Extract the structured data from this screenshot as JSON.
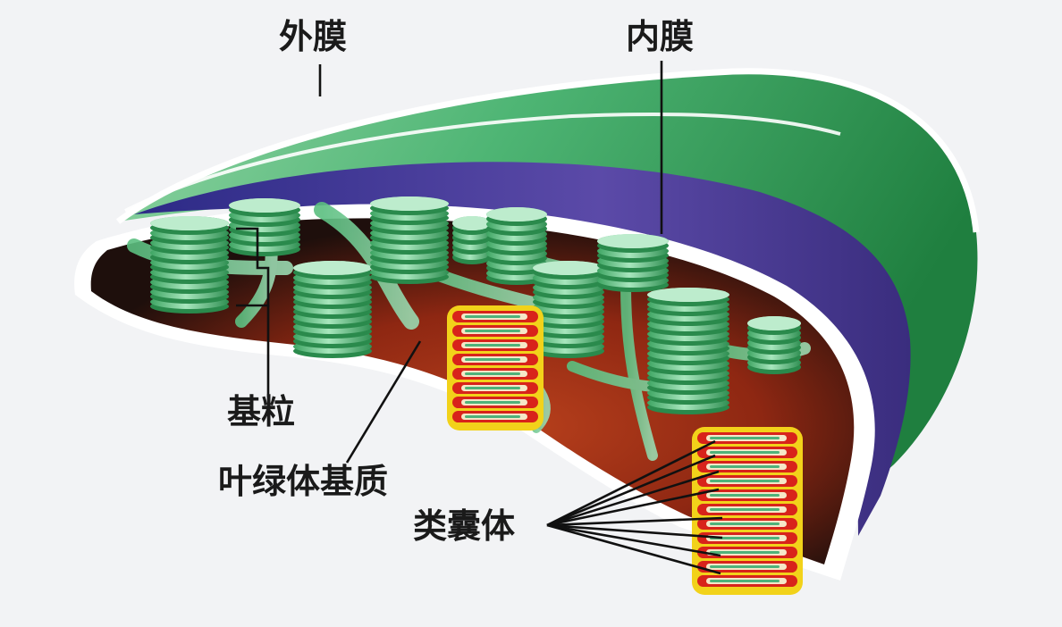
{
  "labels": {
    "outer_membrane": "外膜",
    "inner_membrane": "内膜",
    "granum": "基粒",
    "stroma": "叶绿体基质",
    "thylakoid": "类囊体"
  },
  "colors": {
    "background": "#f2f3f5",
    "outer_membrane": "#2f9a55",
    "outer_membrane_light": "#8fd4a3",
    "inner_membrane": "#4a3b96",
    "stroma": "#8e2712",
    "stroma_dark": "#1e0f0c",
    "granum": "#46b56e",
    "granum_light": "#a8e6bd",
    "thylakoid_yellow": "#f2d21a",
    "thylakoid_red": "#d8231b",
    "rim_white": "#ffffff"
  }
}
